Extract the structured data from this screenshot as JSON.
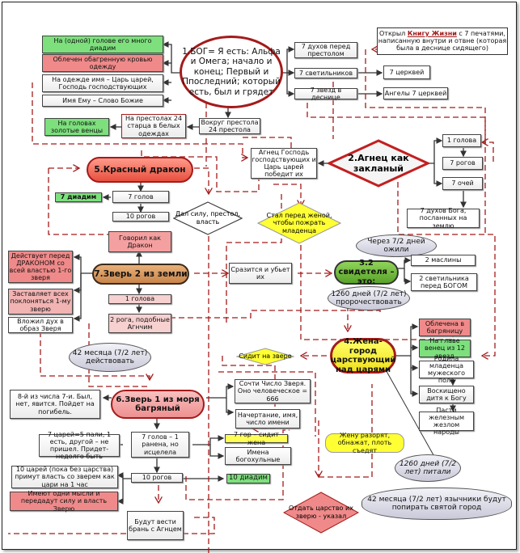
{
  "diagram": {
    "god": {
      "title": "1.БОГ= Я есть: Альфа и Омега; начало и конец; Первый и Ппоследний; который есть, был и грядет",
      "attrs": [
        "На (одной) голове его много диадим",
        "Облечен обагренную кровью одежду",
        "На одежде имя – Царь царей, Господь господствующих",
        "Имя Ему – Слово Божие"
      ],
      "throne": "Вокруг престола 24 престола",
      "elders": "На престолах 24 старца в белых одеждах",
      "crowns": "На головах золотые венцы",
      "spirits": "7 духов перед престолом",
      "lamps": "7 светильников",
      "stars": "7 звезд в деснице",
      "churches": "7 церквей",
      "angels": "Ангелы 7 церквей"
    },
    "book": {
      "prefix": "Открыл ",
      "highlight": "Книгу Жизни",
      "suffix": " с 7 печатями, написанную внутри и отвне (которая была в деснице сидящего)"
    },
    "lamb": {
      "title": "2.Агнец как закланый",
      "victory": "Агнец Господь господствующих и Царь царей победит их",
      "head": "1 голова",
      "horns": "7 рогов",
      "eyes": "7 очей",
      "spirits": "7 духов Бога, посланных на землю"
    },
    "dragon": {
      "title": "5.Красный дракон",
      "heads": "7 голов",
      "diadems": "7 диадим",
      "horns": "10 рогов",
      "gave": "Дал силу, престол, власть",
      "stood": "Стал перед женой, чтобы пожрать младенца"
    },
    "beast2": {
      "title": "7.Зверь 2 из земли",
      "spoke": "Говорил как Дракон",
      "acts": "Действует перед ДРАКОНОМ со всей властью 1-го зверя",
      "forces": "Заставляет всех поклоняться 1-му зверю",
      "spirit": "Вложил дух в образ Зверя",
      "head": "1 голова",
      "horns": "2 рога, подобные Агнчим",
      "fight": "Сразится и убьет их",
      "months": "42 месяца (7/2 лет) действовать"
    },
    "witnesses": {
      "title": "3.2 свидетеля – это:",
      "revived": "Через 7/2 дней ожили",
      "prophesy": "1260 дней (7/2 лет) пророчествовать",
      "olives": "2 маслины",
      "lamps": "2 светильника перед БОГОМ"
    },
    "woman": {
      "title": "4.Жена-город царствующий над царями",
      "purple": "Облечена в багряницу",
      "crown": "На главе венец из 12 звезд",
      "bore": "Родила младенца мужеского пола",
      "caught": "Воскищено дитя к Богу",
      "rule": "Пасти железным жезлом народы",
      "sits": "Сидит на звере",
      "ruined": "Жену разорят, обнажат, плоть съедят",
      "fed": "1260 дней (7/2 лет) питали",
      "gentiles": "42 месяца (7/2 лет) язычники будут попирать святой город"
    },
    "beast1": {
      "title": "6.Зверь 1 из моря багряный",
      "eighth": "8-й из числа 7-и. Был, нет, явится. Пойдет на погибель.",
      "heads": "7 голов – 1 ранена, но исцелела",
      "kings7": "7 царей=5 пали, 1 есть, другой – не пришел. Придет-недолго быть",
      "horns": "10 рогов",
      "kings10": "10 царей (пока без царства) примут власть со зверем как цари на 1 час",
      "mind": "Имеют одни мысли и передадут силу и власть Зверю",
      "war": "Будут вести брань с Агнцем",
      "number": "Сочти Число Зверя. Оно человеческое = 666",
      "mark": "Начертание, имя, число имени",
      "mountains": "7 гор – сидит жена",
      "names": "Имена богохульные",
      "diadems": "10 диадим",
      "kingdom": "Отдать царство их зверю - указал"
    }
  },
  "colors": {
    "accent_red": "#a31b1b",
    "green": "#7de07d",
    "red": "#f08a8a",
    "yellow": "#ffff55",
    "brown": "#d79a5e",
    "lime": "#7fc241"
  }
}
